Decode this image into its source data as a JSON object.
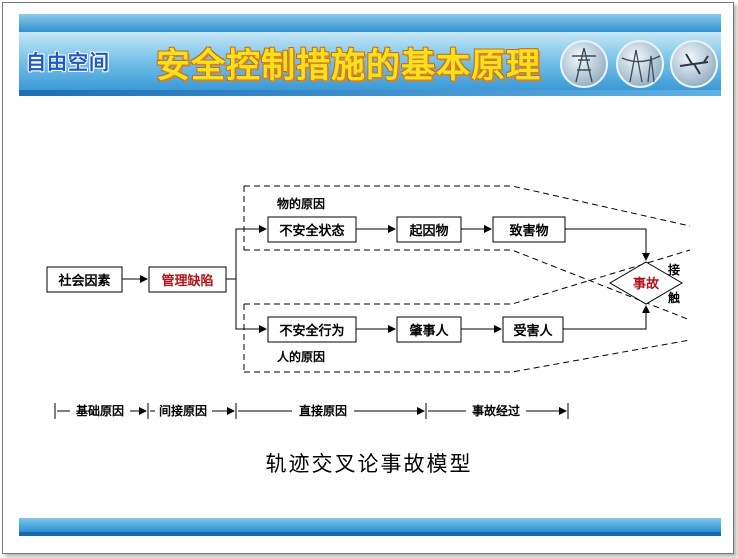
{
  "header": {
    "logo_text": "自由空间",
    "title": "安全控制措施的基本原理",
    "photos": [
      "power-tower-photo",
      "power-line-photo",
      "aircraft-photo"
    ]
  },
  "diagram": {
    "boxes": {
      "social": "社会因素",
      "management": "管理缺陷",
      "unsafe_state": "不安全状态",
      "cause_object": "起因物",
      "harm_object": "致害物",
      "unsafe_act": "不安全行为",
      "perpetrator": "肇事人",
      "victim": "受害人",
      "accident": "事故"
    },
    "labels": {
      "object_cause": "物的原因",
      "human_cause": "人的原因",
      "contact_1": "接",
      "contact_2": "触"
    },
    "phases": [
      "基础原因",
      "间接原因",
      "直接原因",
      "事故经过"
    ],
    "caption": "轨迹交叉论事故模型"
  },
  "colors": {
    "banner": "#3b9ad6",
    "title": "#f7e11c",
    "highlight": "#b3141b"
  }
}
